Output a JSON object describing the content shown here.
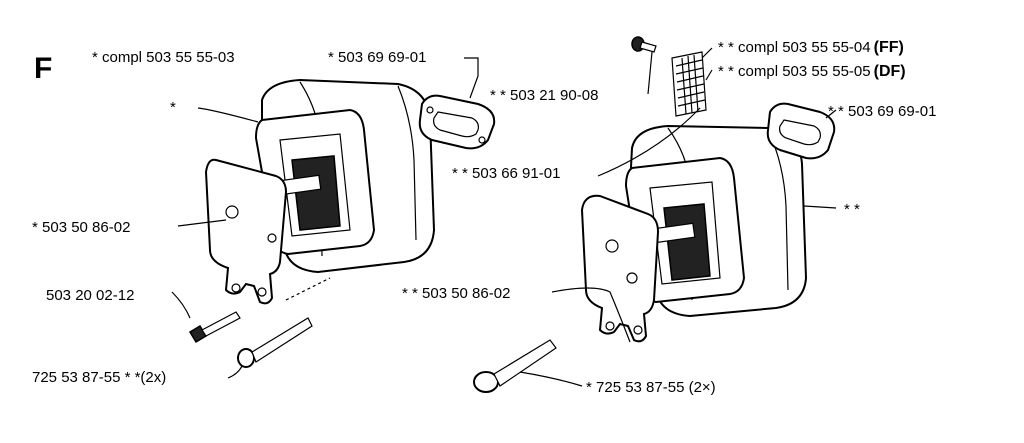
{
  "section_letter": "F",
  "left": {
    "compl": "* compl 503 55 55-03",
    "gasket": "* 503 69 69-01",
    "muffler": "*",
    "plate": "* 503 50 86-02",
    "screw_small": "503 20 02-12",
    "screw_long_num": "725 53 87-55",
    "screw_long_suffix": "* *(2x)"
  },
  "right": {
    "compl_ff_num": "* *  compl 503 55 55-04",
    "compl_ff_code": "(FF)",
    "compl_df_num": "* *  compl 503 55 55-05",
    "compl_df_code": "(DF)",
    "screen_screw": "* *  503 21 90-08",
    "gasket": "* * 503 69 69-01",
    "screen": "* *  503 66 91-01",
    "muffler": "* *",
    "plate": "* *  503 50 86-02",
    "screw_long": "*  725 53 87-55   (2×)"
  }
}
